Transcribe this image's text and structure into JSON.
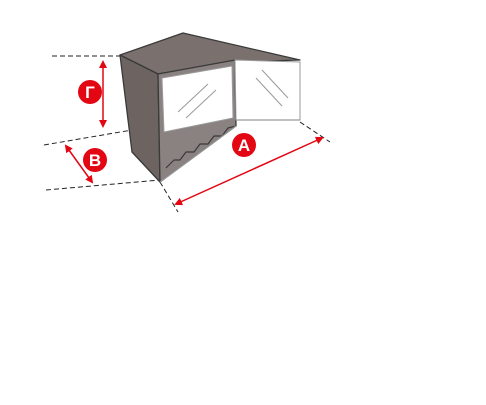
{
  "diagram": {
    "dimensions": [
      {
        "key": "width",
        "label": "A"
      },
      {
        "key": "depth",
        "label": "B"
      },
      {
        "key": "height",
        "label": "Г"
      }
    ],
    "colors": {
      "accent": "#e30613",
      "roof": "#7a716e",
      "side_wall": "#6d6462",
      "front_wall": "#8a8280",
      "outline": "#3a3a3a",
      "glass": "#ffffff",
      "glass_stroke": "#9a9a9a",
      "guide": "#222222"
    },
    "icons": [
      "kiosk-pavilion-illustration",
      "dimension-arrow-icon"
    ]
  }
}
